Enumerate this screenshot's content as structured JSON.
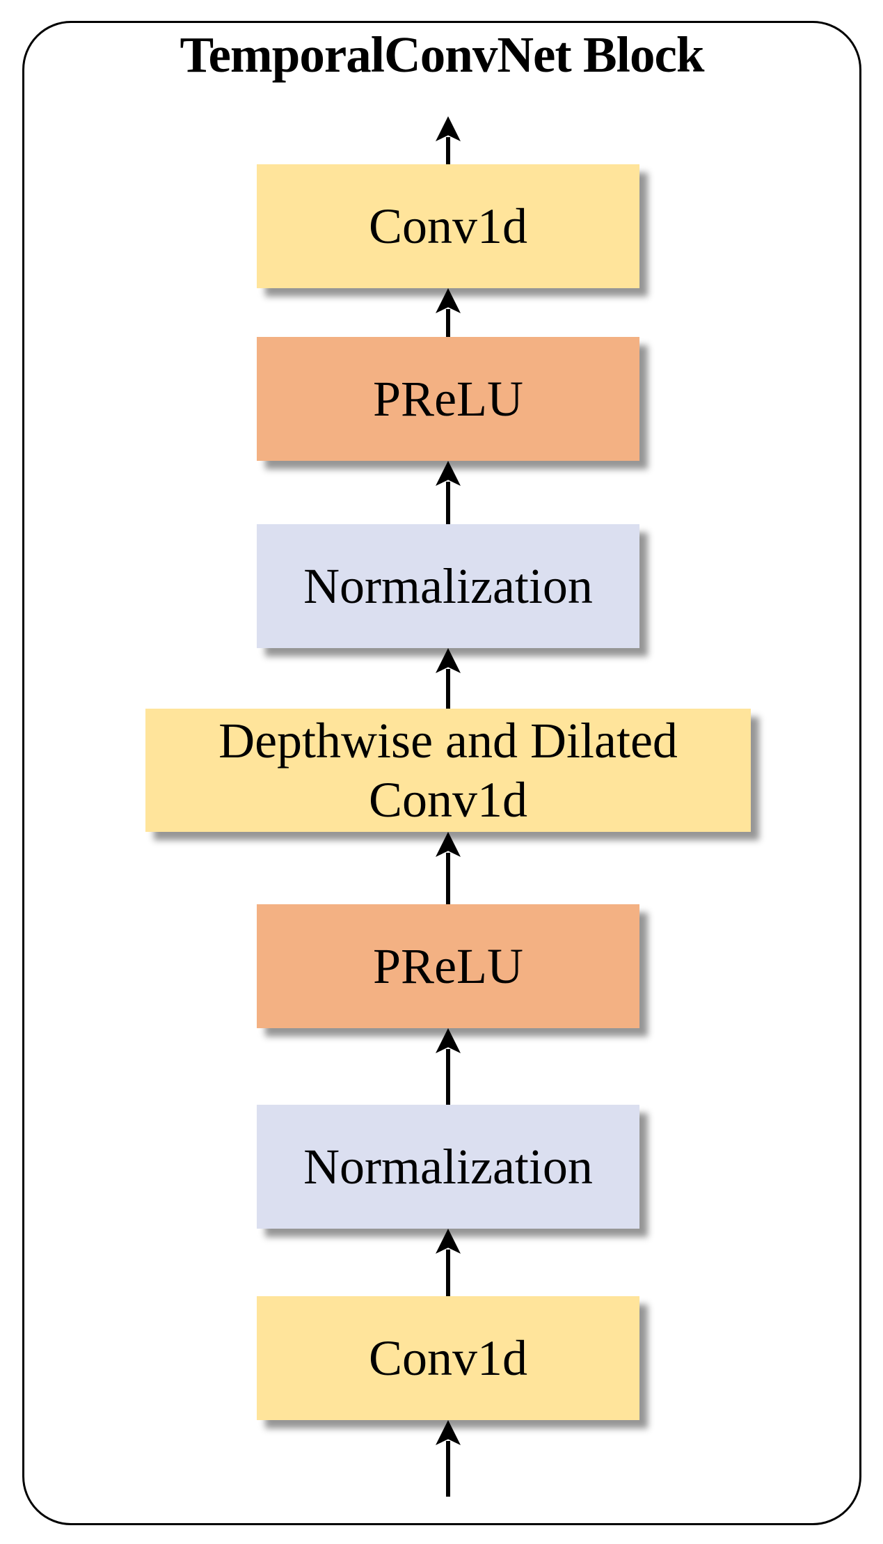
{
  "diagram": {
    "title": "TemporalConvNet Block",
    "flow_direction": "bottom-to-top",
    "colors": {
      "conv_fill": "#FFE49B",
      "activation_fill": "#F3B183",
      "normalization_fill": "#DBDFF0",
      "arrow": "#000000",
      "frame_border": "#000000",
      "background": "#FFFFFF",
      "shadow": "#969696"
    },
    "layers": [
      {
        "label": "Conv1d",
        "type": "conv",
        "role": "output-convolution",
        "size": "standard"
      },
      {
        "label": "PReLU",
        "type": "activation",
        "role": "upper-activation",
        "size": "standard"
      },
      {
        "label": "Normalization",
        "type": "normalization",
        "role": "upper-normalization",
        "size": "standard"
      },
      {
        "label": "Depthwise and Dilated Conv1d",
        "label_lines": [
          "Depthwise and Dilated",
          "Conv1d"
        ],
        "type": "conv",
        "role": "depthwise-dilated-convolution",
        "size": "wide"
      },
      {
        "label": "PReLU",
        "type": "activation",
        "role": "lower-activation",
        "size": "standard"
      },
      {
        "label": "Normalization",
        "type": "normalization",
        "role": "lower-normalization",
        "size": "standard"
      },
      {
        "label": "Conv1d",
        "type": "conv",
        "role": "input-convolution",
        "size": "standard"
      }
    ]
  }
}
